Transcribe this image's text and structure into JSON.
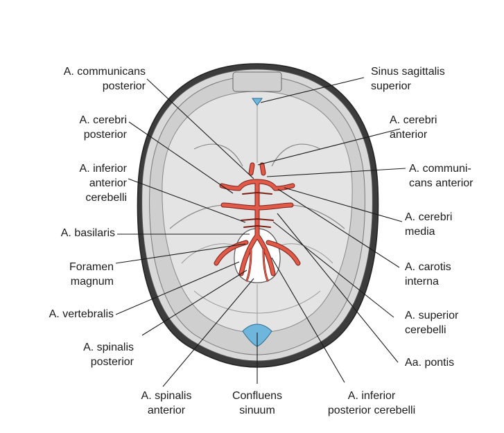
{
  "labels": {
    "comm_post": [
      "A. communicans",
      "posterior"
    ],
    "cer_post": [
      "A. cerebri",
      "posterior"
    ],
    "inf_ant_cereb": [
      "A. inferior",
      "anterior",
      "cerebelli"
    ],
    "basilaris": [
      "A. basilaris"
    ],
    "foramen": [
      "Foramen",
      "magnum"
    ],
    "vertebralis": [
      "A. vertebralis"
    ],
    "spin_post": [
      "A. spinalis",
      "posterior"
    ],
    "spin_ant": [
      "A. spinalis",
      "anterior"
    ],
    "confluens": [
      "Confluens",
      "sinuum"
    ],
    "inf_post_cereb": [
      "A. inferior",
      "posterior cerebelli"
    ],
    "sinus_sag": [
      "Sinus sagittalis",
      "superior"
    ],
    "cer_ant": [
      "A. cerebri",
      "anterior"
    ],
    "comm_ant": [
      "A. communi-",
      "cans anterior"
    ],
    "cer_media": [
      "A. cerebri",
      "media"
    ],
    "carotis": [
      "A. carotis",
      "interna"
    ],
    "sup_cereb": [
      "A. superior",
      "cerebelli"
    ],
    "pontis": [
      "Aa. pontis"
    ]
  },
  "colors": {
    "artery": "#e05a4a",
    "artery_outline": "#7a1f16",
    "sinus": "#6fb6dc",
    "bone": "#4a4a4a",
    "dura": "#d6d6d6",
    "fossa": "#e2e2e2"
  }
}
